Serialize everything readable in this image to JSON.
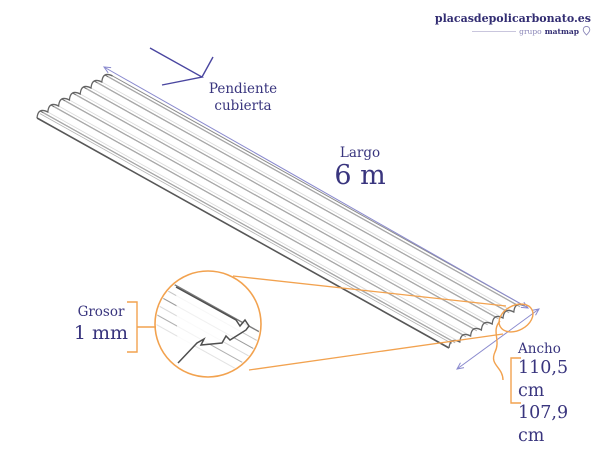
{
  "logo": {
    "title": "placasdepolicarbonato.es",
    "group_prefix": "grupo",
    "group_name": "matmap"
  },
  "labels": {
    "slope_line1": "Pendiente",
    "slope_line2": "cubierta",
    "length_label": "Largo",
    "length_value": "6 m",
    "thickness_label": "Grosor",
    "thickness_value": "1 mm",
    "width_label": "Ancho",
    "width_value_upper": "110,5 cm",
    "width_value_lower": "107,9 cm"
  },
  "colors": {
    "navy_text": "#39357e",
    "logo_navy": "#322d72",
    "dimension_line": "#8a8ace",
    "callout_orange": "#f2a24f",
    "sheet_dark": "#5f5f5f",
    "sheet_mid": "#9a9a9a",
    "sheet_light": "#dcdcdc"
  }
}
